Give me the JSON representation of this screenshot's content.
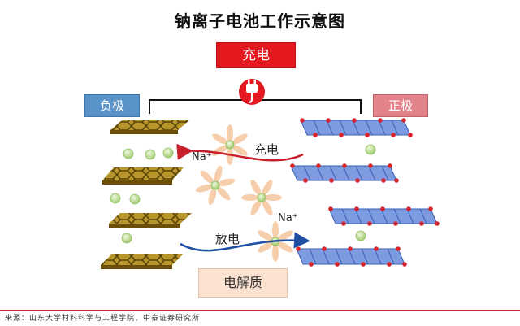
{
  "title": "钠离子电池工作示意图",
  "boxes": {
    "charge": "充电",
    "negative_electrode": "负极",
    "positive_electrode": "正极",
    "electrolyte": "电解质"
  },
  "labels": {
    "charge_arrow": "充电",
    "discharge_arrow": "放电",
    "sodium_ion_1": "Na⁺",
    "sodium_ion_2": "Na⁺"
  },
  "source": "来源：山东大学材料科学与工程学院、中泰证券研究所",
  "colors": {
    "charge_box": "#e3191f",
    "negative_box": "#5a93c9",
    "positive_box": "#e2828a",
    "electrolyte_box": "#fbe1cf",
    "graphite": "#8a6a10",
    "cathode_blue": "#6f8fd8",
    "cathode_atom": "#d8232a",
    "sodium_ion": "#b7d88a",
    "charge_arrow": "#c8202a",
    "discharge_arrow": "#1f4fa3"
  },
  "icons": {
    "plug": "plug-icon"
  }
}
